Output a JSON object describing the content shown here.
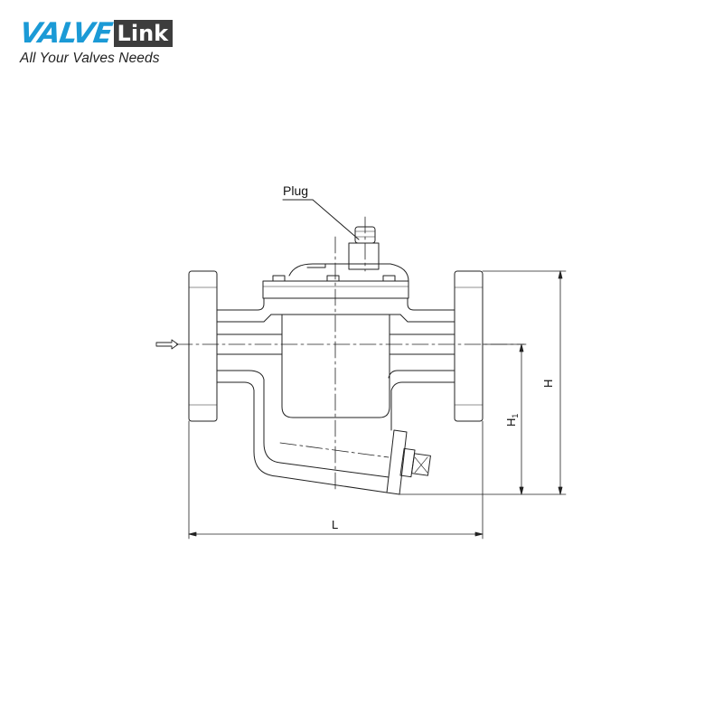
{
  "logo": {
    "brand_main": "VALVE",
    "brand_box": "Link",
    "tagline": "All Your Valves Needs",
    "main_color": "#1b9ad6",
    "box_color": "#3d3d3d"
  },
  "drawing": {
    "callout_plug": "Plug",
    "dim_length": "L",
    "dim_height": "H",
    "dim_height1_base": "H",
    "dim_height1_sub": "1",
    "flow_arrow_icon": "flow-arrow-icon",
    "line_color": "#222222"
  }
}
